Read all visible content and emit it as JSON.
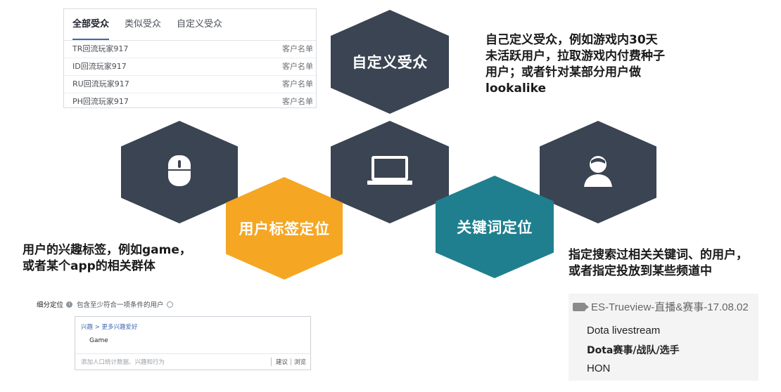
{
  "audience_panel": {
    "tabs": [
      "全部受众",
      "类似受众",
      "自定义受众"
    ],
    "rows": [
      {
        "name": "TR回流玩家917",
        "type": "客户名单"
      },
      {
        "name": "ID回流玩家917",
        "type": "客户名单"
      },
      {
        "name": "RU回流玩家917",
        "type": "客户名单"
      },
      {
        "name": "PH回流玩家917",
        "type": "客户名单"
      }
    ]
  },
  "hexagons": {
    "custom_audience": "自定义受众",
    "user_tag": "用户标签定位",
    "keyword": "关键词定位"
  },
  "icons": {
    "mouse": "mouse-icon",
    "laptop": "laptop-icon",
    "user": "user-icon"
  },
  "descriptions": {
    "custom_audience": [
      "自己定义受众，例如游戏内30天",
      "未活跃用户，拉取游戏内付费种子",
      "用户；或者针对某部分用户做",
      "lookalike"
    ],
    "user_tag": [
      "用户的兴趣标签，例如game，",
      "或者某个app的相关群体"
    ],
    "keyword": [
      "指定搜索过相关关键词、的用户，",
      "或者指定投放到某些频道中"
    ]
  },
  "targeting_panel": {
    "label": "细分定位",
    "info": "i",
    "hint": "包含至少符合一项条件的用户",
    "breadcrumb": "兴趣 > 更多兴趣爱好",
    "selected_item": "Game",
    "placeholder": "添加人口统计数据、兴趣和行为",
    "suggest": "建议",
    "browse": "浏览"
  },
  "trueview_panel": {
    "title": "ES-Trueview-直播&赛事-17.08.02",
    "items": [
      "Dota livestream",
      "Dota赛事/战队/选手",
      "HON"
    ]
  },
  "colors": {
    "dark_hex": "#3a4452",
    "orange_hex": "#f5a623",
    "teal_hex": "#1f7f8f"
  }
}
